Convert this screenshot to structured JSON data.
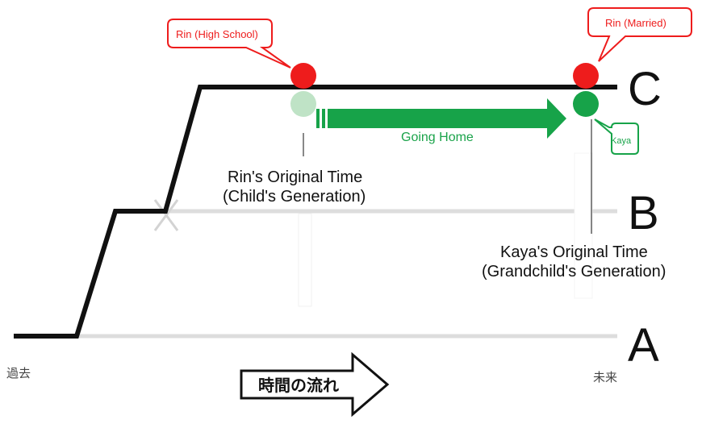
{
  "timelines": {
    "a": "A",
    "b": "B",
    "c": "C"
  },
  "time_axis": {
    "past": "過去",
    "future": "未来",
    "flow": "時間の流れ"
  },
  "callouts": {
    "rin_high_school": "Rin (High School)",
    "rin_married": "Rin (Married)",
    "kaya": "Kaya"
  },
  "arrow_label": "Going Home",
  "notes": {
    "rin_line1": "Rin's Original Time",
    "rin_line2": "(Child's Generation)",
    "kaya_line1": "Kaya's Original Time",
    "kaya_line2": "(Grandchild's Generation)"
  },
  "colors": {
    "red": "#ee1c1c",
    "green": "#17a349",
    "light_green": "#bfe3c6",
    "grey_line": "#dddddd",
    "black": "#111111"
  }
}
